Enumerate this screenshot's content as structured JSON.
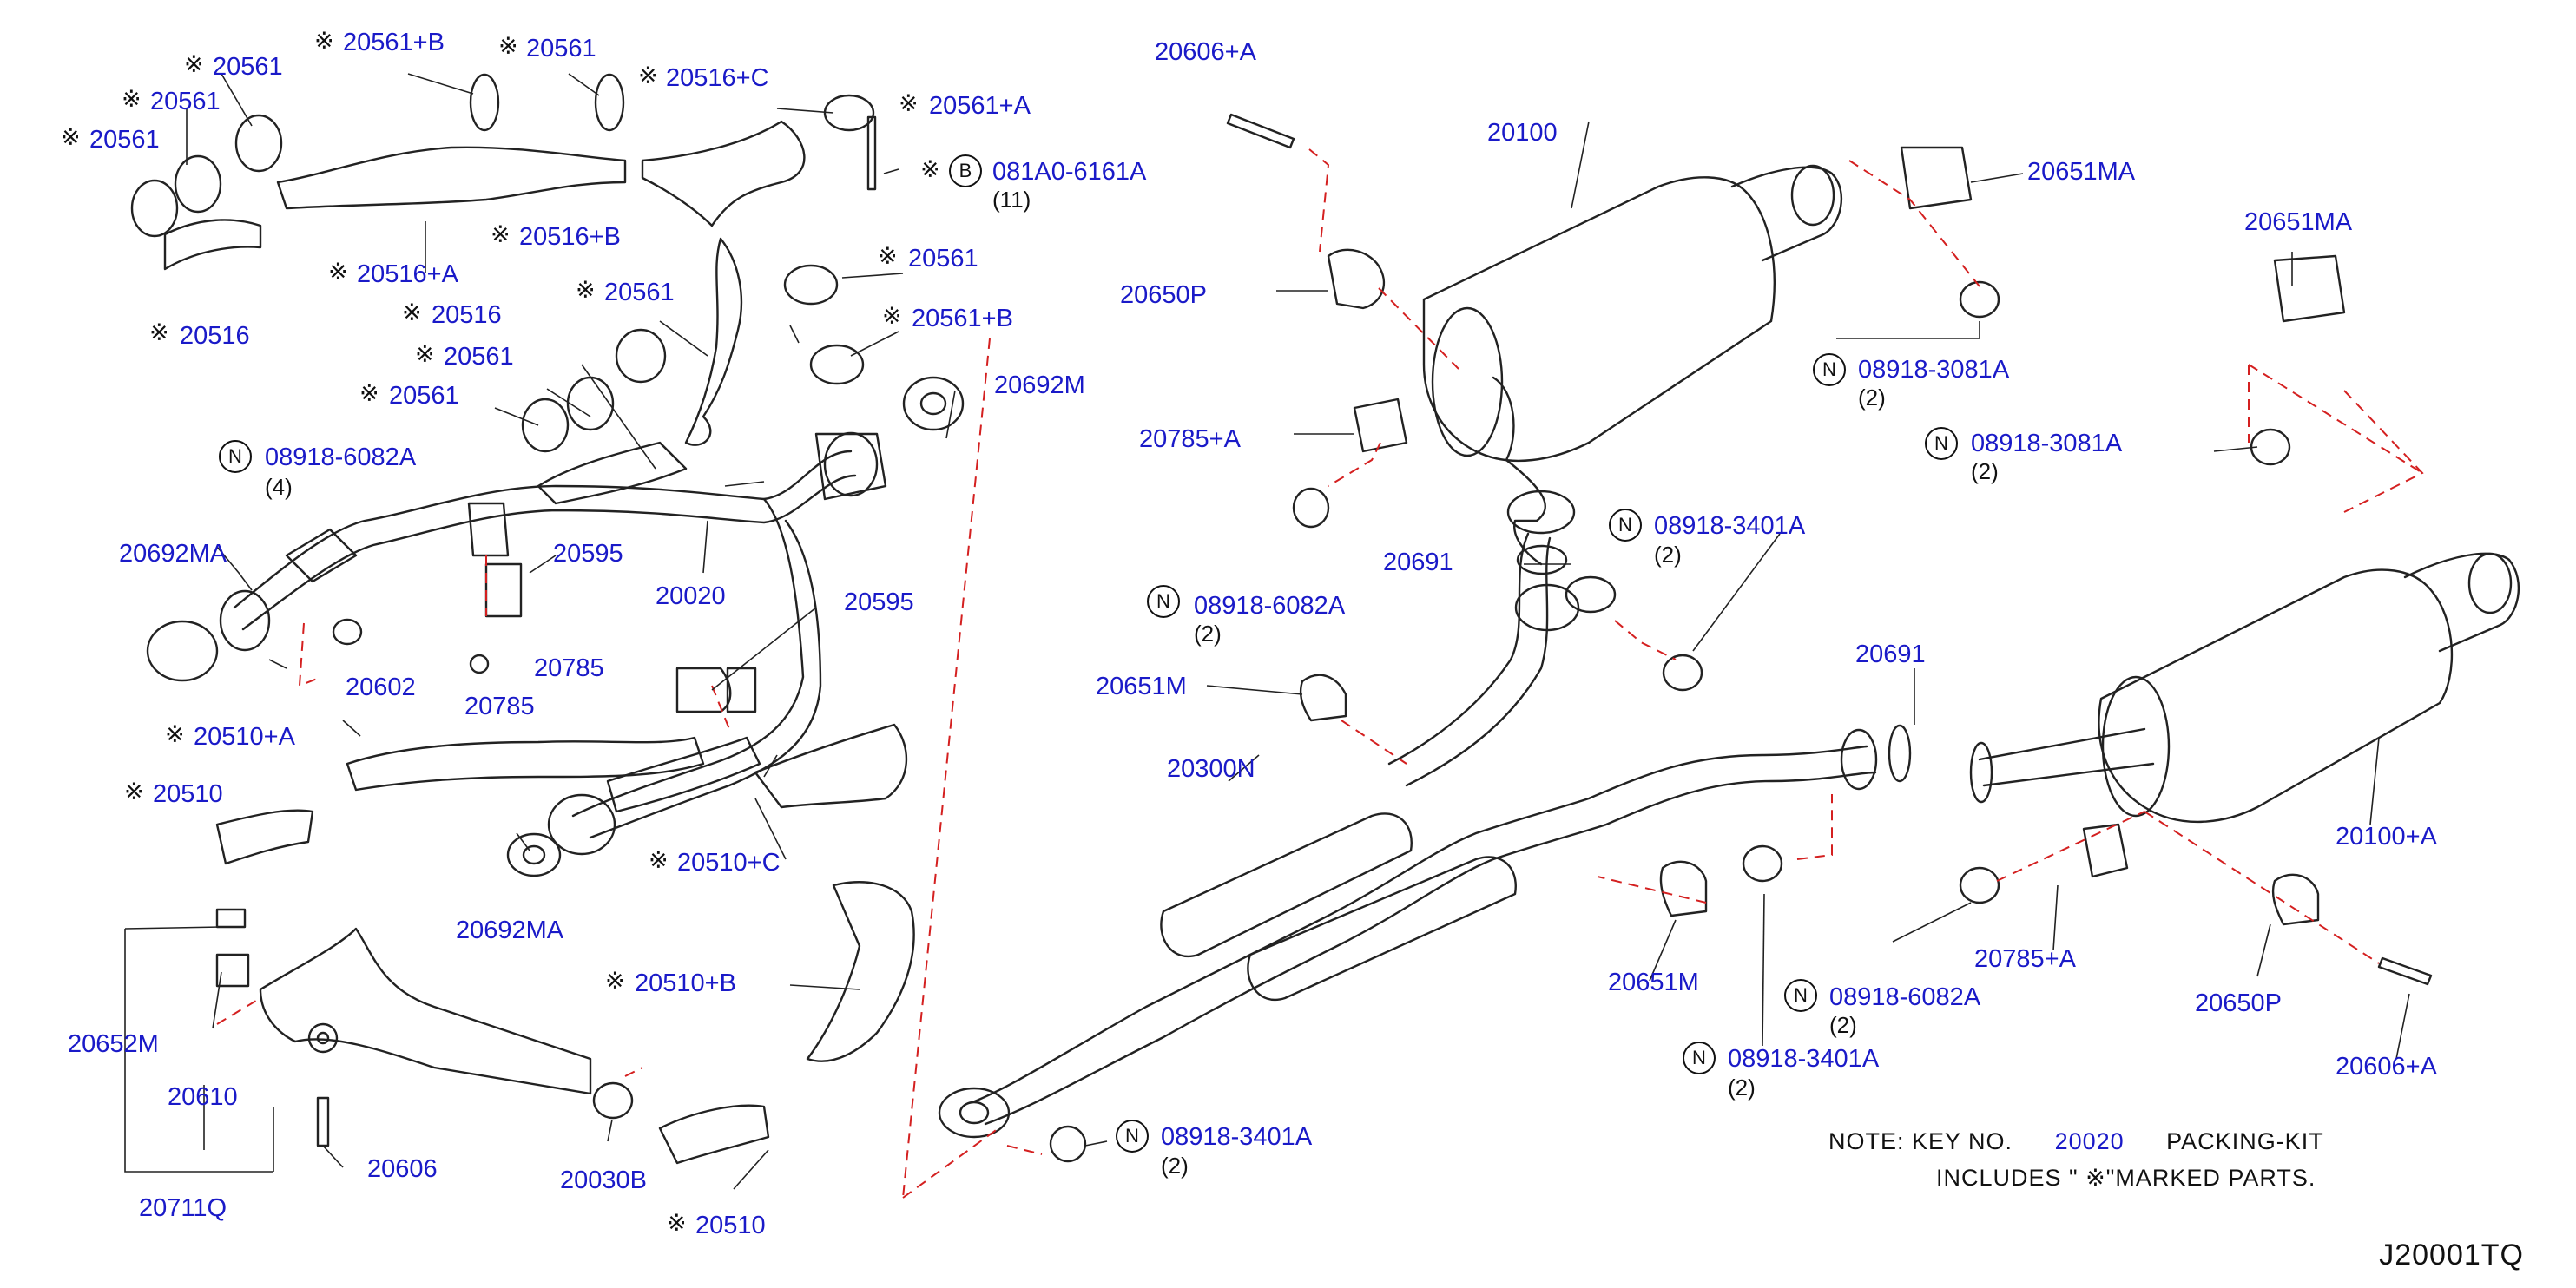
{
  "diagram": {
    "code": "J20001TQ",
    "marker_glyph": "※",
    "note": {
      "line1_prefix": "NOTE:  KEY  NO.",
      "key_no": "20020",
      "line1_suffix": "PACKING-KIT",
      "line2": "INCLUDES  \"   ※\"MARKED  PARTS."
    },
    "labels": {
      "p20561_a": "20561",
      "p20561_b": "20561",
      "p20561_c": "20561",
      "p20561b": "20561+B",
      "p20561_d": "20561",
      "p20516c": "20516+C",
      "p20561a": "20561+A",
      "p081a0": "081A0-6161A",
      "q081a0": "(11)",
      "p20516a": "20516+A",
      "p20516b": "20516+B",
      "p20561_e": "20561",
      "p20516": "20516",
      "p20516_2": "20516",
      "p20561_f": "20561",
      "p20561b_2": "20561+B",
      "p20561_g": "20561",
      "p20561_h": "20561",
      "p20692m": "20692M",
      "p08918_6082a_1": "08918-6082A",
      "q08918_6082a_1": "(4)",
      "p20692ma": "20692MA",
      "p20595_1": "20595",
      "p20020": "20020",
      "p20595_2": "20595",
      "p20602": "20602",
      "p20785_1": "20785",
      "p20785_2": "20785",
      "p20510a": "20510+A",
      "p20510": "20510",
      "p20510c": "20510+C",
      "p20692ma_2": "20692MA",
      "p20652m": "20652M",
      "p20610": "20610",
      "p20711q": "20711Q",
      "p20606": "20606",
      "p20030b": "20030B",
      "p20510b": "20510+B",
      "p20510_2": "20510",
      "p20606a": "20606+A",
      "p20100": "20100",
      "p20651ma": "20651MA",
      "p20650p": "20650P",
      "p08918_3081a_1": "08918-3081A",
      "q08918_3081a_1": "(2)",
      "p20651ma_2": "20651MA",
      "p08918_3081a_2": "08918-3081A",
      "q08918_3081a_2": "(2)",
      "p20785a": "20785+A",
      "p08918_3401a_1": "08918-3401A",
      "q08918_3401a_1": "(2)",
      "p20691": "20691",
      "p08918_6082a_2": "08918-6082A",
      "q08918_6082a_2": "(2)",
      "p20651m": "20651M",
      "p20691_2": "20691",
      "p20300n": "20300N",
      "p20100a": "20100+A",
      "p20651m_2": "20651M",
      "p20785a_2": "20785+A",
      "p08918_6082a_3": "08918-6082A",
      "q08918_6082a_3": "(2)",
      "p20650p_2": "20650P",
      "p08918_3401a_2": "08918-3401A",
      "q08918_3401a_2": "(2)",
      "p20606a_2": "20606+A",
      "p08918_3401a_3": "08918-3401A",
      "q08918_3401a_3": "(2)"
    },
    "circle_letters": {
      "b": "B",
      "n": "N"
    }
  }
}
